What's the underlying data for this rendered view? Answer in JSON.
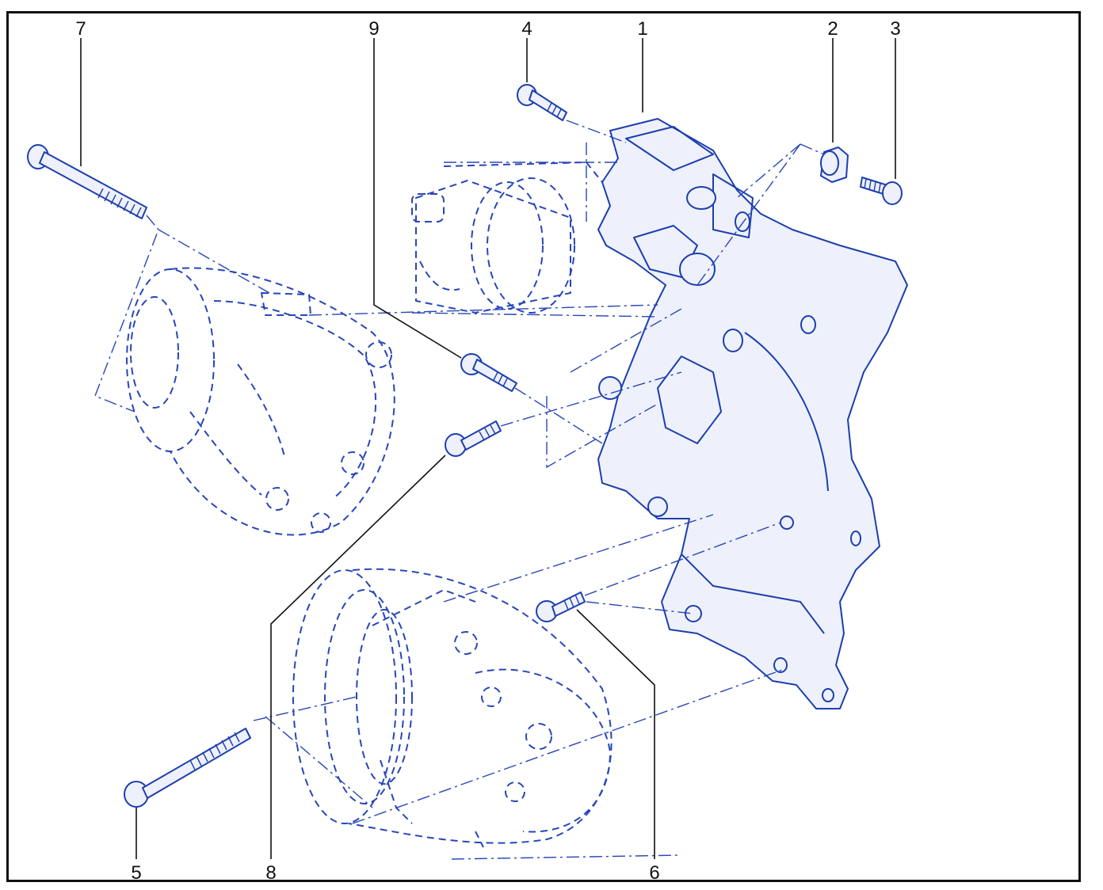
{
  "callouts": {
    "c1": "1",
    "c2": "2",
    "c3": "3",
    "c4": "4",
    "c5": "5",
    "c6": "6",
    "c7": "7",
    "c8": "8",
    "c9": "9"
  },
  "colors": {
    "line_art": "#1d3fae",
    "frame": "#111111",
    "background": "#ffffff"
  }
}
